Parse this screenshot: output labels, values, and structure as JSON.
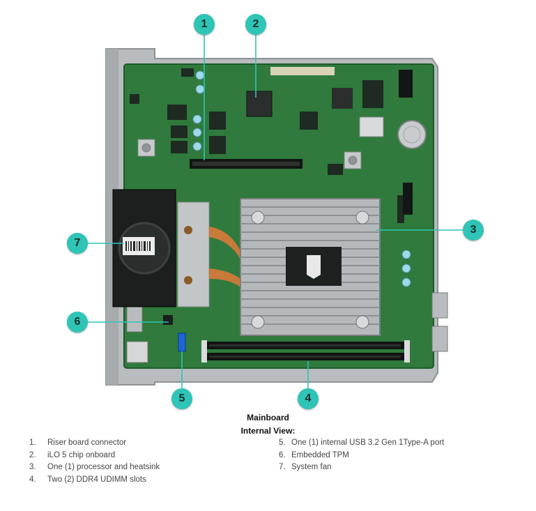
{
  "callouts": [
    {
      "number": "1"
    },
    {
      "number": "2"
    },
    {
      "number": "3"
    },
    {
      "number": "4"
    },
    {
      "number": "5"
    },
    {
      "number": "6"
    },
    {
      "number": "7"
    }
  ],
  "caption": {
    "title": "Mainboard",
    "subtitle": "Internal View:"
  },
  "legend_left": [
    {
      "num": "1.",
      "text": "Riser board connector"
    },
    {
      "num": "2.",
      "text": "iLO 5 chip onboard"
    },
    {
      "num": "3.",
      "text": "One (1) processor and heatsink"
    },
    {
      "num": "4.",
      "text": "Two (2) DDR4 UDIMM slots"
    }
  ],
  "legend_right": [
    {
      "num": "5.",
      "text": "One (1) internal USB 3.2 Gen 1Type-A port"
    },
    {
      "num": "6.",
      "text": "Embedded TPM"
    },
    {
      "num": "7.",
      "text": "System fan"
    }
  ],
  "colors": {
    "callout_fill": "#2ec4b6",
    "board_green": "#2f7a3c",
    "leader_line": "#2ec4b6"
  }
}
